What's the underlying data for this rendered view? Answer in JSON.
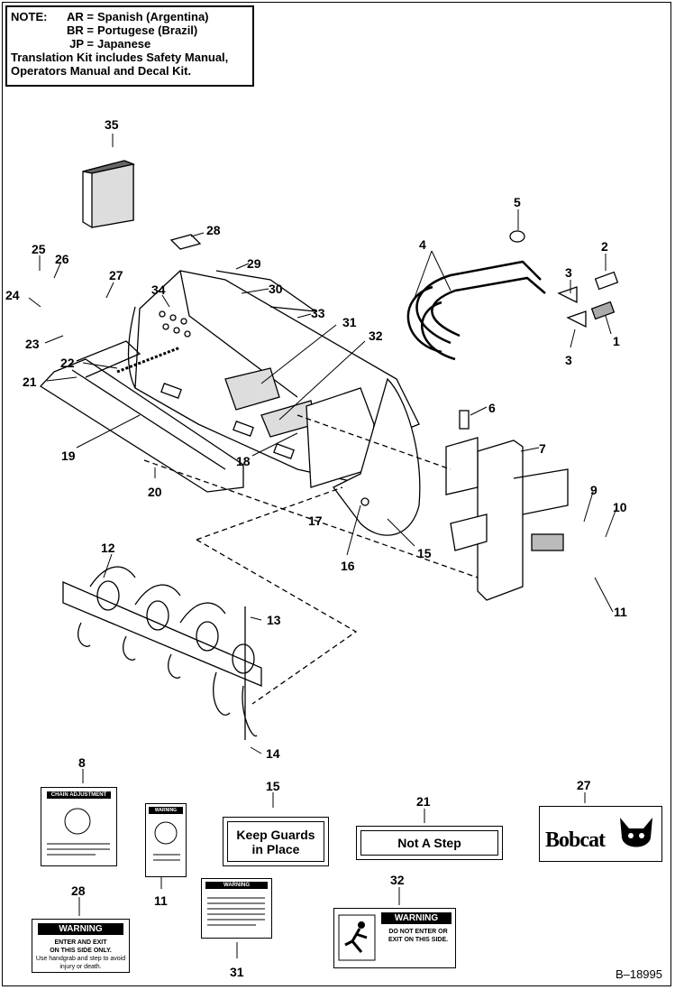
{
  "note": {
    "prefix": "NOTE:",
    "lines": [
      {
        "code": "AR =",
        "language": "Spanish (Argentina)"
      },
      {
        "code": "BR =",
        "language": "Portugese (Brazil)"
      },
      {
        "code": "JP =",
        "language": "Japanese"
      }
    ],
    "kit_line1": "Translation Kit includes Safety Manual,",
    "kit_line2": "Operators Manual and Decal Kit."
  },
  "callouts": [
    "1",
    "2",
    "3",
    "3",
    "4",
    "5",
    "6",
    "7",
    "8",
    "9",
    "10",
    "11",
    "11",
    "12",
    "13",
    "14",
    "15",
    "15",
    "16",
    "17",
    "18",
    "19",
    "20",
    "21",
    "21",
    "22",
    "23",
    "24",
    "25",
    "26",
    "27",
    "27",
    "28",
    "28",
    "29",
    "30",
    "31",
    "31",
    "32",
    "32",
    "33",
    "34",
    "35"
  ],
  "decals": {
    "keep_guards": "Keep Guards\nin Place",
    "keep_guards_l1": "Keep Guards",
    "keep_guards_l2": "in Place",
    "not_a_step": "Not A Step",
    "brand": "Bobcat",
    "chain_adjustment": "CHAIN ADJUSTMENT",
    "warning": "WARNING",
    "warning_28_l1": "ENTER AND EXIT",
    "warning_28_l2": "ON THIS SIDE ONLY.",
    "warning_28_l3": "Use handgrab and step to avoid",
    "warning_28_l4": "injury or death.",
    "warning_32_l1": "DO NOT ENTER OR",
    "warning_32_l2": "EXIT ON THIS SIDE."
  },
  "doc_number": "B–18995"
}
